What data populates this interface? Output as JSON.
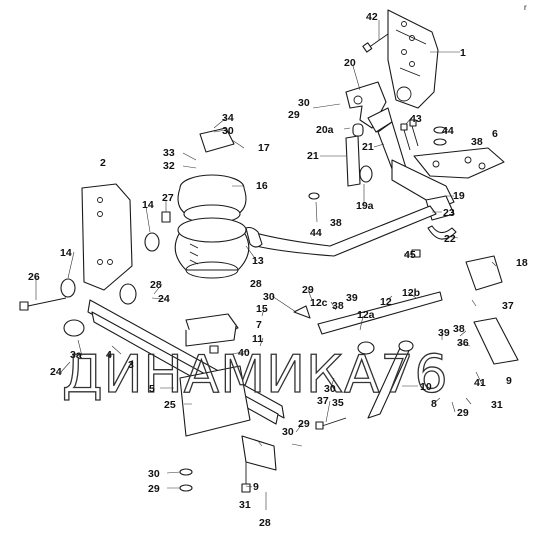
{
  "watermark": "ДИНАМИКА76",
  "corner_mark": "r",
  "callouts": {
    "c42": "42",
    "c1": "1",
    "c20": "20",
    "c30a": "30",
    "c29a": "29",
    "c20a": "20a",
    "c43": "43",
    "c44a": "44",
    "c6": "6",
    "c38a": "38",
    "c34": "34",
    "c30b": "30",
    "c17": "17",
    "c33": "33",
    "c32": "32",
    "c21a": "21",
    "c21b": "21",
    "c2": "2",
    "c16": "16",
    "c27": "27",
    "c14a": "14",
    "c19": "19",
    "c19a": "19a",
    "c23": "23",
    "c38b": "38",
    "c44b": "44",
    "c22": "22",
    "c45": "45",
    "c14b": "14",
    "c13": "13",
    "c18": "18",
    "c26": "26",
    "c28a": "28",
    "c24a": "24",
    "c30c": "30",
    "c28b": "28",
    "c29b": "29",
    "c12c": "12c",
    "c38c": "38",
    "c39a": "39",
    "c12b": "12b",
    "c12": "12",
    "c37a": "37",
    "c15": "15",
    "c12a": "12a",
    "c7": "7",
    "c3a": "3a",
    "c4": "4",
    "c11": "11",
    "c39b": "39",
    "c38d": "38",
    "c3": "3",
    "c40": "40",
    "c36": "36",
    "c24b": "24",
    "c5": "5",
    "c25": "25",
    "c37b": "37",
    "c35": "35",
    "c30d": "30",
    "c10": "10",
    "c41": "41",
    "c9a": "9",
    "c8": "8",
    "c29c": "29",
    "c31a": "31",
    "c30e": "30",
    "c29d": "29",
    "c30f": "30",
    "c29e": "29",
    "c31b": "31",
    "c9b": "9",
    "c28c": "28"
  }
}
